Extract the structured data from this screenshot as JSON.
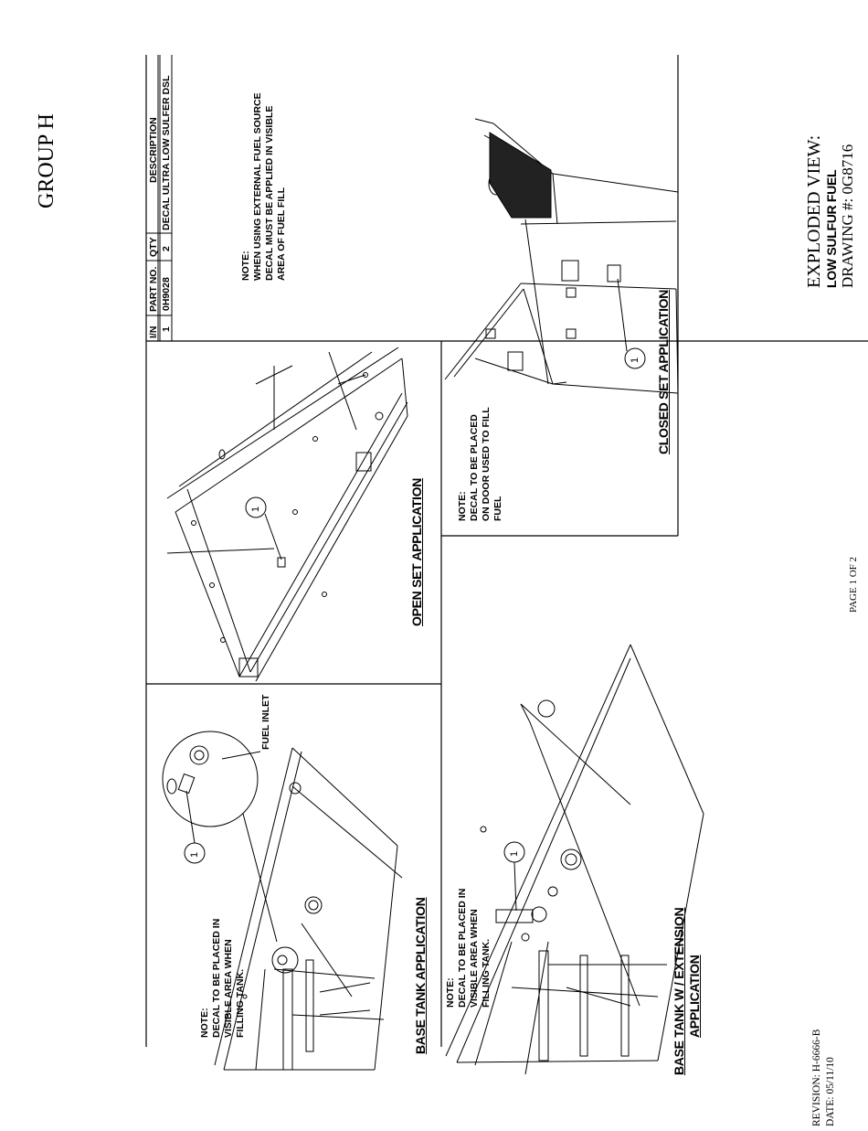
{
  "header": {
    "group": "GROUP H",
    "exploded_view": "EXPLODED VIEW:",
    "subtitle": "LOW SULFUR FUEL",
    "drawing": "DRAWING #: 0G8716",
    "page": "PAGE 1 OF 2",
    "revision": "REVISION: H-6666-B",
    "date": "DATE: 05/11/10"
  },
  "parts_table": {
    "headers": [
      "I/N",
      "PART NO.",
      "QTY",
      "DESCRIPTION"
    ],
    "rows": [
      [
        "1",
        "0H9028",
        "2",
        "DECAL ULTRA LOW SULFER DSL"
      ]
    ]
  },
  "notes": {
    "external": [
      "NOTE:",
      "WHEN USING EXTERNAL FUEL SOURCE",
      "DECAL MUST BE APPLIED IN VISIBLE",
      "AREA OF FUEL FILL"
    ],
    "closed": [
      "NOTE:",
      "DECAL TO BE PLACED",
      "ON DOOR USED TO FILL",
      "FUEL"
    ],
    "base_tank": [
      "NOTE:",
      "DECAL TO BE PLACED IN",
      "VISIBLE AREA WHEN",
      "FILLING TANK."
    ],
    "base_tank_ext": [
      "NOTE:",
      "DECAL TO BE PLACED IN",
      "VISIBLE AREA WHEN",
      "FILLING TANK."
    ]
  },
  "views": {
    "open_set": "OPEN SET APPLICATION",
    "closed_set": "CLOSED SET APPLICATION",
    "base_tank": "BASE TANK APPLICATION",
    "base_tank_ext_line1": "BASE TANK W / EXTENSION",
    "base_tank_ext_line2": "APPLICATION"
  },
  "callouts": {
    "fuel_inlet": "FUEL INLET",
    "item": "1"
  }
}
